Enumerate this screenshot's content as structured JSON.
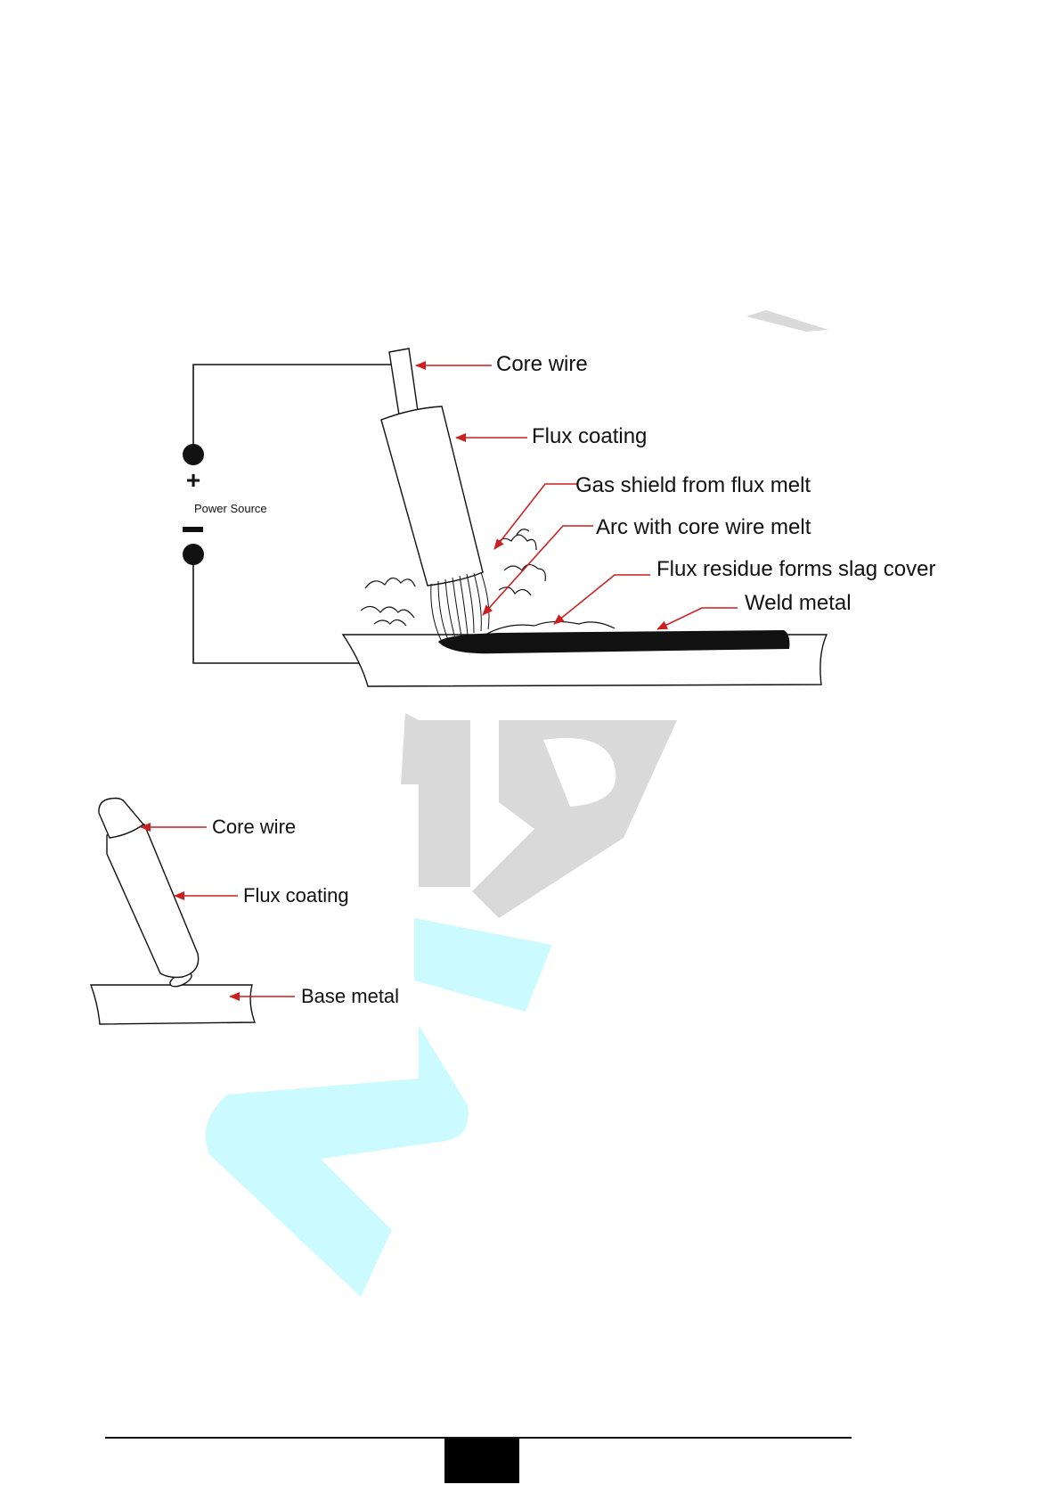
{
  "diagram_top": {
    "power_source": {
      "label": "Power Source",
      "positive_symbol": "+",
      "negative_symbol": "−"
    },
    "labels": {
      "core_wire": "Core wire",
      "flux_coating": "Flux coating",
      "gas_shield": "Gas shield from flux melt",
      "arc": "Arc with core wire melt",
      "slag": "Flux residue forms slag cover",
      "weld_metal": "Weld metal"
    }
  },
  "diagram_bottom": {
    "labels": {
      "core_wire": "Core wire",
      "flux_coating": "Flux coating",
      "base_metal": "Base metal"
    }
  },
  "colors": {
    "arrow": "#cc1f1f",
    "line": "#111111",
    "watermark_gray": "#d9d9d9",
    "watermark_cyan": "#ccfbff",
    "footer_block": "#000000"
  }
}
